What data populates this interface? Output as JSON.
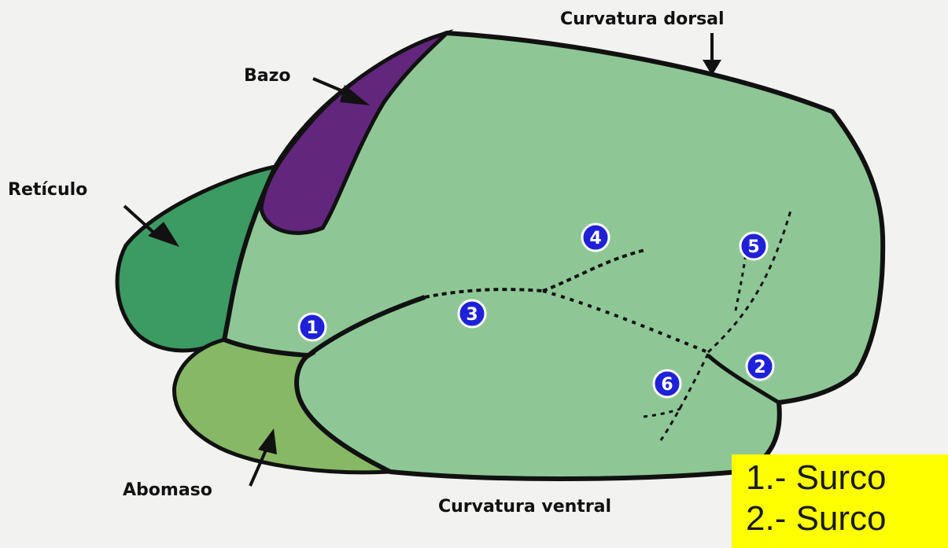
{
  "labels": {
    "curvatura_dorsal": "Curvatura dorsal",
    "bazo": "Bazo",
    "reticulo": "Retículo",
    "abomaso": "Abomaso",
    "curvatura_ventral": "Curvatura ventral"
  },
  "markers": [
    "1",
    "2",
    "3",
    "4",
    "5",
    "6"
  ],
  "legend": {
    "line1": "1.- Surco",
    "line2": "2.- Surco"
  },
  "colors": {
    "rumen": "#8ec795",
    "reticulo": "#3c9a63",
    "abomaso": "#87b865",
    "bazo": "#62267d",
    "marker": "#1f21d8",
    "legend_bg": "#ffff00"
  }
}
